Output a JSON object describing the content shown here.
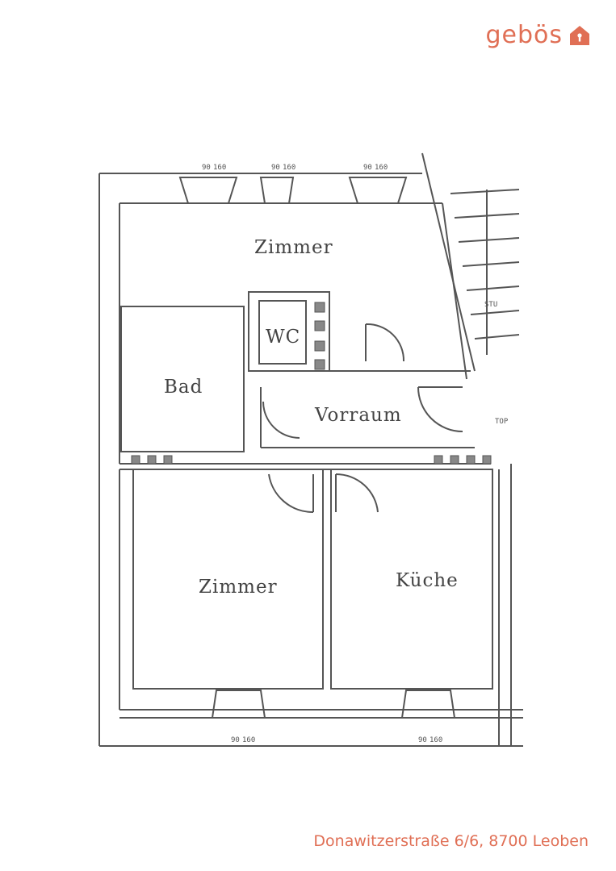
{
  "brand": {
    "name": "gebös",
    "icon": "house-icon",
    "color": "#e06f55"
  },
  "rooms": {
    "zimmer_top": "Zimmer",
    "wc": "WC",
    "bad": "Bad",
    "vorraum": "Vorraum",
    "zimmer_bottom": "Zimmer",
    "kueche": "Küche"
  },
  "dimensions": {
    "window_width": "90",
    "window_height": "160",
    "stair_label": "STU",
    "top_label": "TOP"
  },
  "address": "Donawitzerstraße 6/6, 8700 Leoben",
  "colors": {
    "line": "#555555",
    "accent": "#e06f55"
  }
}
